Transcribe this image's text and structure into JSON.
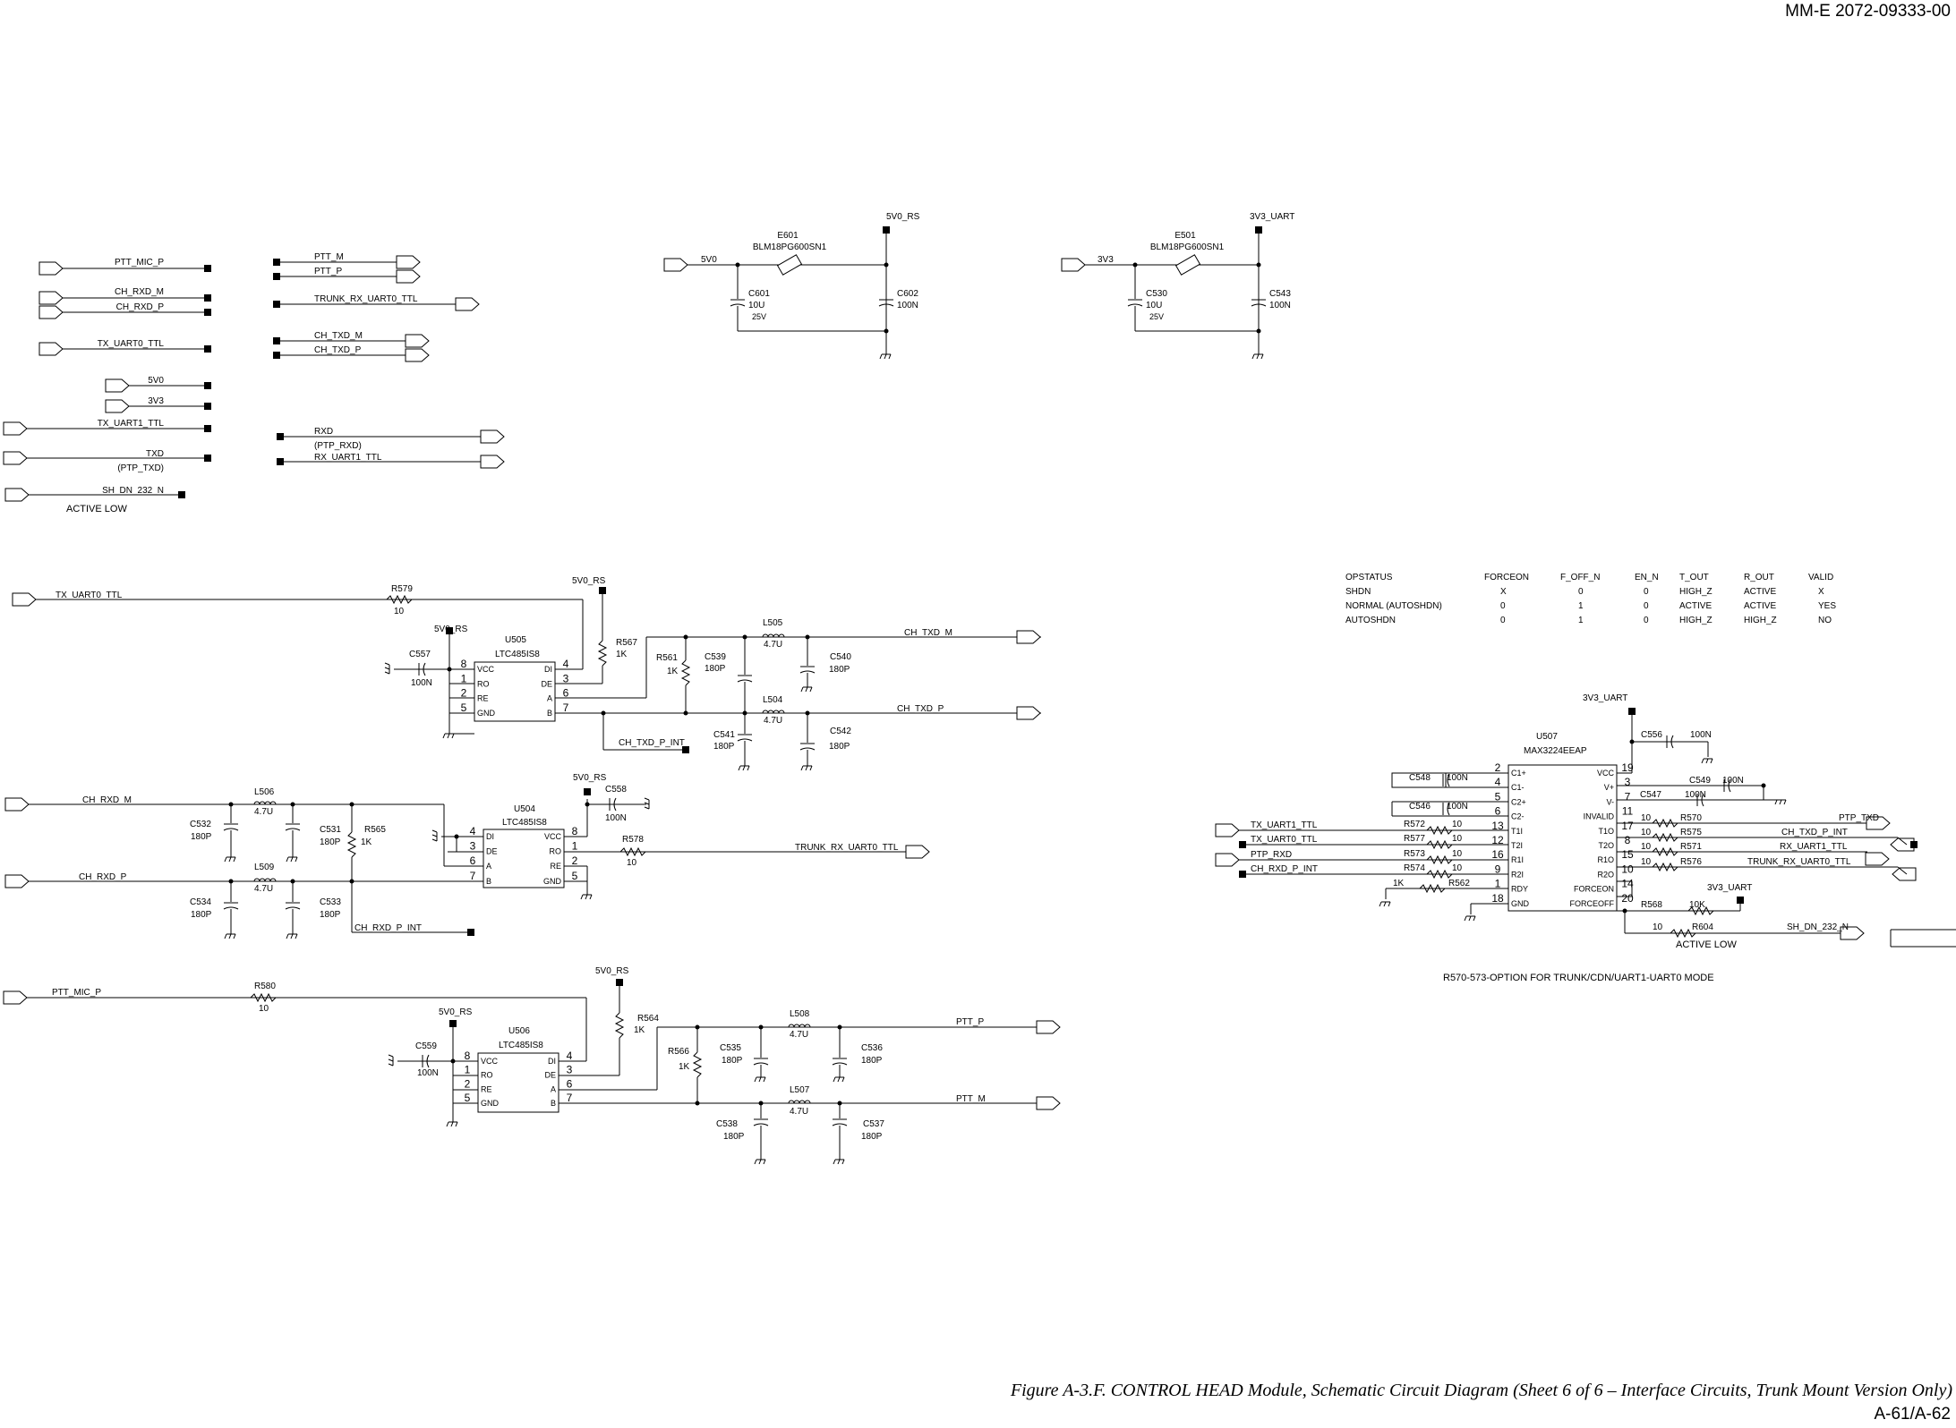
{
  "header": {
    "doc_number": "MM-E 2072-09333-00"
  },
  "footer": {
    "caption": "Figure A-3.F. CONTROL HEAD Module, Schematic Circuit Diagram (Sheet 6 of 6 – Interface Circuits, Trunk Mount Version Only)",
    "page": "A-61/A-62"
  },
  "offpage": {
    "ptt_mic_p": "PTT_MIC_P",
    "ch_rxd_m": "CH_RXD_M",
    "ch_rxd_p": "CH_RXD_P",
    "tx_uart0_ttl": "TX_UART0_TTL",
    "v5v0": "5V0",
    "v3v3": "3V3",
    "tx_uart1_ttl": "TX_UART1_TTL",
    "txd": "TXD",
    "ptp_txd": "(PTP_TXD)",
    "sh_dn_232_n": "SH_DN_232_N",
    "active_low": "ACTIVE LOW",
    "ptt_m": "PTT_M",
    "ptt_p": "PTT_P",
    "trunk_rx_uart0_ttl": "TRUNK_RX_UART0_TTL",
    "ch_txd_m": "CH_TXD_M",
    "ch_txd_p": "CH_TXD_P",
    "rxd": "RXD",
    "ptp_rxd": "(PTP_RXD)",
    "rx_uart1_ttl": "RX_UART1_TTL"
  },
  "power": {
    "e601": "E601",
    "e601_part": "BLM18PG600SN1",
    "net_5v0": "5V0",
    "net_5v0_rs": "5V0_RS",
    "c601": "C601",
    "c601_v": "10U",
    "c601_r": "25V",
    "c602": "C602",
    "c602_v": "100N",
    "e501": "E501",
    "e501_part": "BLM18PG600SN1",
    "net_3v3": "3V3",
    "net_3v3_uart": "3V3_UART",
    "c530": "C530",
    "c530_v": "10U",
    "c530_r": "25V",
    "c543": "C543",
    "c543_v": "100N"
  },
  "u505": {
    "ref": "U505",
    "part": "LTC485IS8",
    "rail": "5V0_RS",
    "in_net": "TX_UART0_TTL",
    "r579": "R579",
    "r579_v": "10",
    "c557": "C557",
    "c557_v": "100N",
    "rail2": "5V0_RS",
    "r567": "R567",
    "r567_v": "1K",
    "r561": "R561",
    "r561_v": "1K",
    "c539": "C539",
    "c539_v": "180P",
    "l505": "L505",
    "l505_v": "4.7U",
    "c540": "C540",
    "c540_v": "180P",
    "l504": "L504",
    "l504_v": "4.7U",
    "c541": "C541",
    "c541_v": "180P",
    "c542": "C542",
    "c542_v": "180P",
    "out_m": "CH_TXD_M",
    "out_p": "CH_TXD_P",
    "int": "CH_TXD_P_INT",
    "pins_l": [
      "VCC",
      "RO",
      "RE",
      "GND"
    ],
    "pins_r": [
      "DI",
      "DE",
      "A",
      "B"
    ],
    "nums_l": [
      "8",
      "1",
      "2",
      "5"
    ],
    "nums_r": [
      "4",
      "3",
      "6",
      "7"
    ]
  },
  "u504": {
    "ref": "U504",
    "part": "LTC485IS8",
    "rail": "5V0_RS",
    "in_m": "CH_RXD_M",
    "in_p": "CH_RXD_P",
    "l506": "L506",
    "l506_v": "4.7U",
    "l509": "L509",
    "l509_v": "4.7U",
    "c532": "C532",
    "c532_v": "180P",
    "c534": "C534",
    "c534_v": "180P",
    "c531": "C531",
    "c531_v": "180P",
    "c533": "C533",
    "c533_v": "180P",
    "r565": "R565",
    "r565_v": "1K",
    "c558": "C558",
    "c558_v": "100N",
    "r578": "R578",
    "r578_v": "10",
    "out": "TRUNK_RX_UART0_TTL",
    "int": "CH_RXD_P_INT",
    "pins_l": [
      "DI",
      "DE",
      "A",
      "B"
    ],
    "pins_r": [
      "VCC",
      "RO",
      "RE",
      "GND"
    ],
    "nums_l": [
      "4",
      "3",
      "6",
      "7"
    ],
    "nums_r": [
      "8",
      "1",
      "2",
      "5"
    ]
  },
  "u506": {
    "ref": "U506",
    "part": "LTC485IS8",
    "rail": "5V0_RS",
    "rail2": "5V0_RS",
    "in_net": "PTT_MIC_P",
    "r580": "R580",
    "r580_v": "10",
    "c559": "C559",
    "c559_v": "100N",
    "r564": "R564",
    "r564_v": "1K",
    "r566": "R566",
    "r566_v": "1K",
    "c535": "C535",
    "c535_v": "180P",
    "l508": "L508",
    "l508_v": "4.7U",
    "c536": "C536",
    "c536_v": "180P",
    "l507": "L507",
    "l507_v": "4.7U",
    "c538": "C538",
    "c538_v": "180P",
    "c537": "C537",
    "c537_v": "180P",
    "out_p": "PTT_P",
    "out_m": "PTT_M",
    "pins_l": [
      "VCC",
      "RO",
      "RE",
      "GND"
    ],
    "pins_r": [
      "DI",
      "DE",
      "A",
      "B"
    ],
    "nums_l": [
      "8",
      "1",
      "2",
      "5"
    ],
    "nums_r": [
      "4",
      "3",
      "6",
      "7"
    ]
  },
  "truth_table": {
    "headers": [
      "OPSTATUS",
      "FORCEON",
      "F_OFF_N",
      "EN_N",
      "T_OUT",
      "R_OUT",
      "VALID"
    ],
    "rows": [
      [
        "SHDN",
        "X",
        "0",
        "0",
        "HIGH_Z",
        "ACTIVE",
        "X"
      ],
      [
        "NORMAL (AUTOSHDN)",
        "0",
        "1",
        "0",
        "ACTIVE",
        "ACTIVE",
        "YES"
      ],
      [
        "AUTOSHDN",
        "0",
        "1",
        "0",
        "HIGH_Z",
        "HIGH_Z",
        "NO"
      ]
    ]
  },
  "u507": {
    "ref": "U507",
    "part": "MAX3224EEAP",
    "rail": "3V3_UART",
    "rail2": "3V3_UART",
    "pins_l": [
      "C1+",
      "C1-",
      "C2+",
      "C2-",
      "T1I",
      "T2I",
      "R1I",
      "R2I",
      "RDY",
      "GND"
    ],
    "nums_l": [
      "2",
      "4",
      "5",
      "6",
      "13",
      "12",
      "16",
      "9",
      "1",
      "18"
    ],
    "pins_r": [
      "VCC",
      "V+",
      "V-",
      "INVALID",
      "T1O",
      "T2O",
      "R1O",
      "R2O",
      "FORCEON",
      "FORCEOFF"
    ],
    "nums_r": [
      "19",
      "3",
      "7",
      "11",
      "17",
      "8",
      "15",
      "10",
      "14",
      "20"
    ],
    "c556": "C556",
    "c556_v": "100N",
    "c548": "C548",
    "c548_v": "100N",
    "c546": "C546",
    "c546_v": "100N",
    "c549": "C549",
    "c549_v": "100N",
    "c547": "C547",
    "c547_v": "100N",
    "r572": "R572",
    "r577": "R577",
    "r573": "R573",
    "r574": "R574",
    "rv10": "10",
    "r562": "R562",
    "r562_v": "1K",
    "r570": "R570",
    "r575": "R575",
    "r571": "R571",
    "r576": "R576",
    "r568": "R568",
    "r568_v": "10K",
    "r604": "R604",
    "r604_v": "10",
    "in1": "TX_UART1_TTL",
    "in2": "TX_UART0_TTL",
    "in3": "PTP_RXD",
    "in4": "CH_RXD_P_INT",
    "out1": "PTP_TXD",
    "out2": "CH_TXD_P_INT",
    "out3": "RX_UART1_TTL",
    "out4": "TRUNK_RX_UART0_TTL",
    "shdn": "SH_DN_232_N",
    "active_low": "ACTIVE LOW",
    "note": "R570-573-OPTION FOR TRUNK/CDN/UART1-UART0 MODE"
  }
}
